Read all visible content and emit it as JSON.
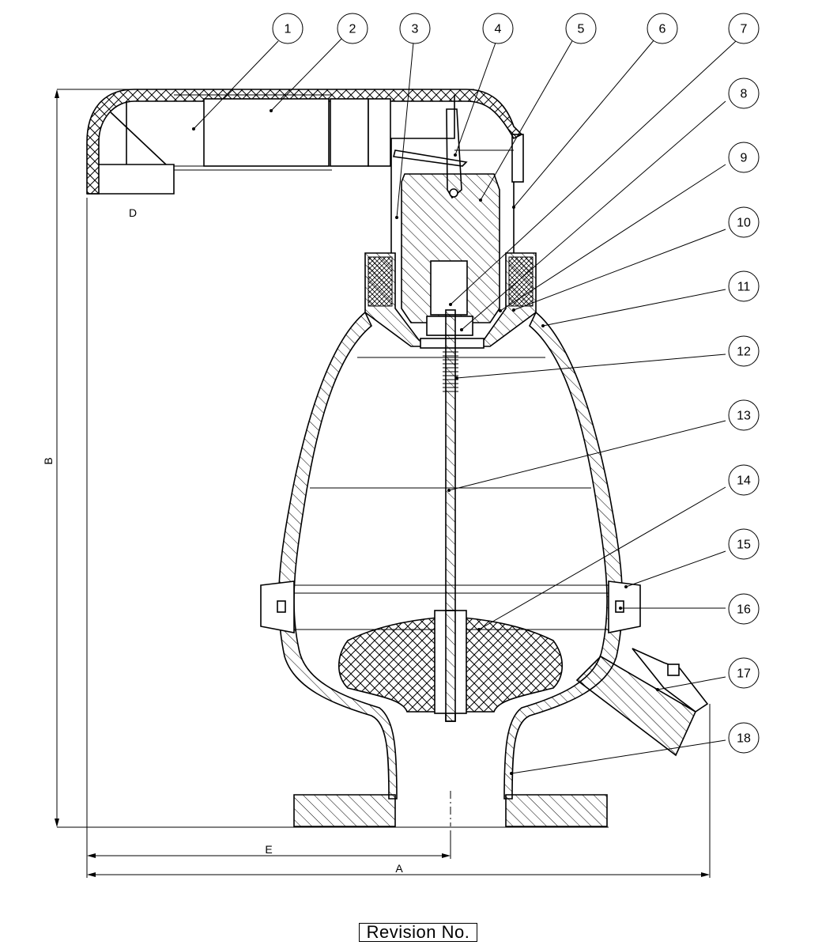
{
  "balloons": [
    "1",
    "2",
    "3",
    "4",
    "5",
    "6",
    "7",
    "8",
    "9",
    "10",
    "11",
    "12",
    "13",
    "14",
    "15",
    "16",
    "17",
    "18"
  ],
  "dimensions": {
    "a": "A",
    "b": "B",
    "d": "D",
    "e": "E"
  },
  "revision_label": "Revision No."
}
